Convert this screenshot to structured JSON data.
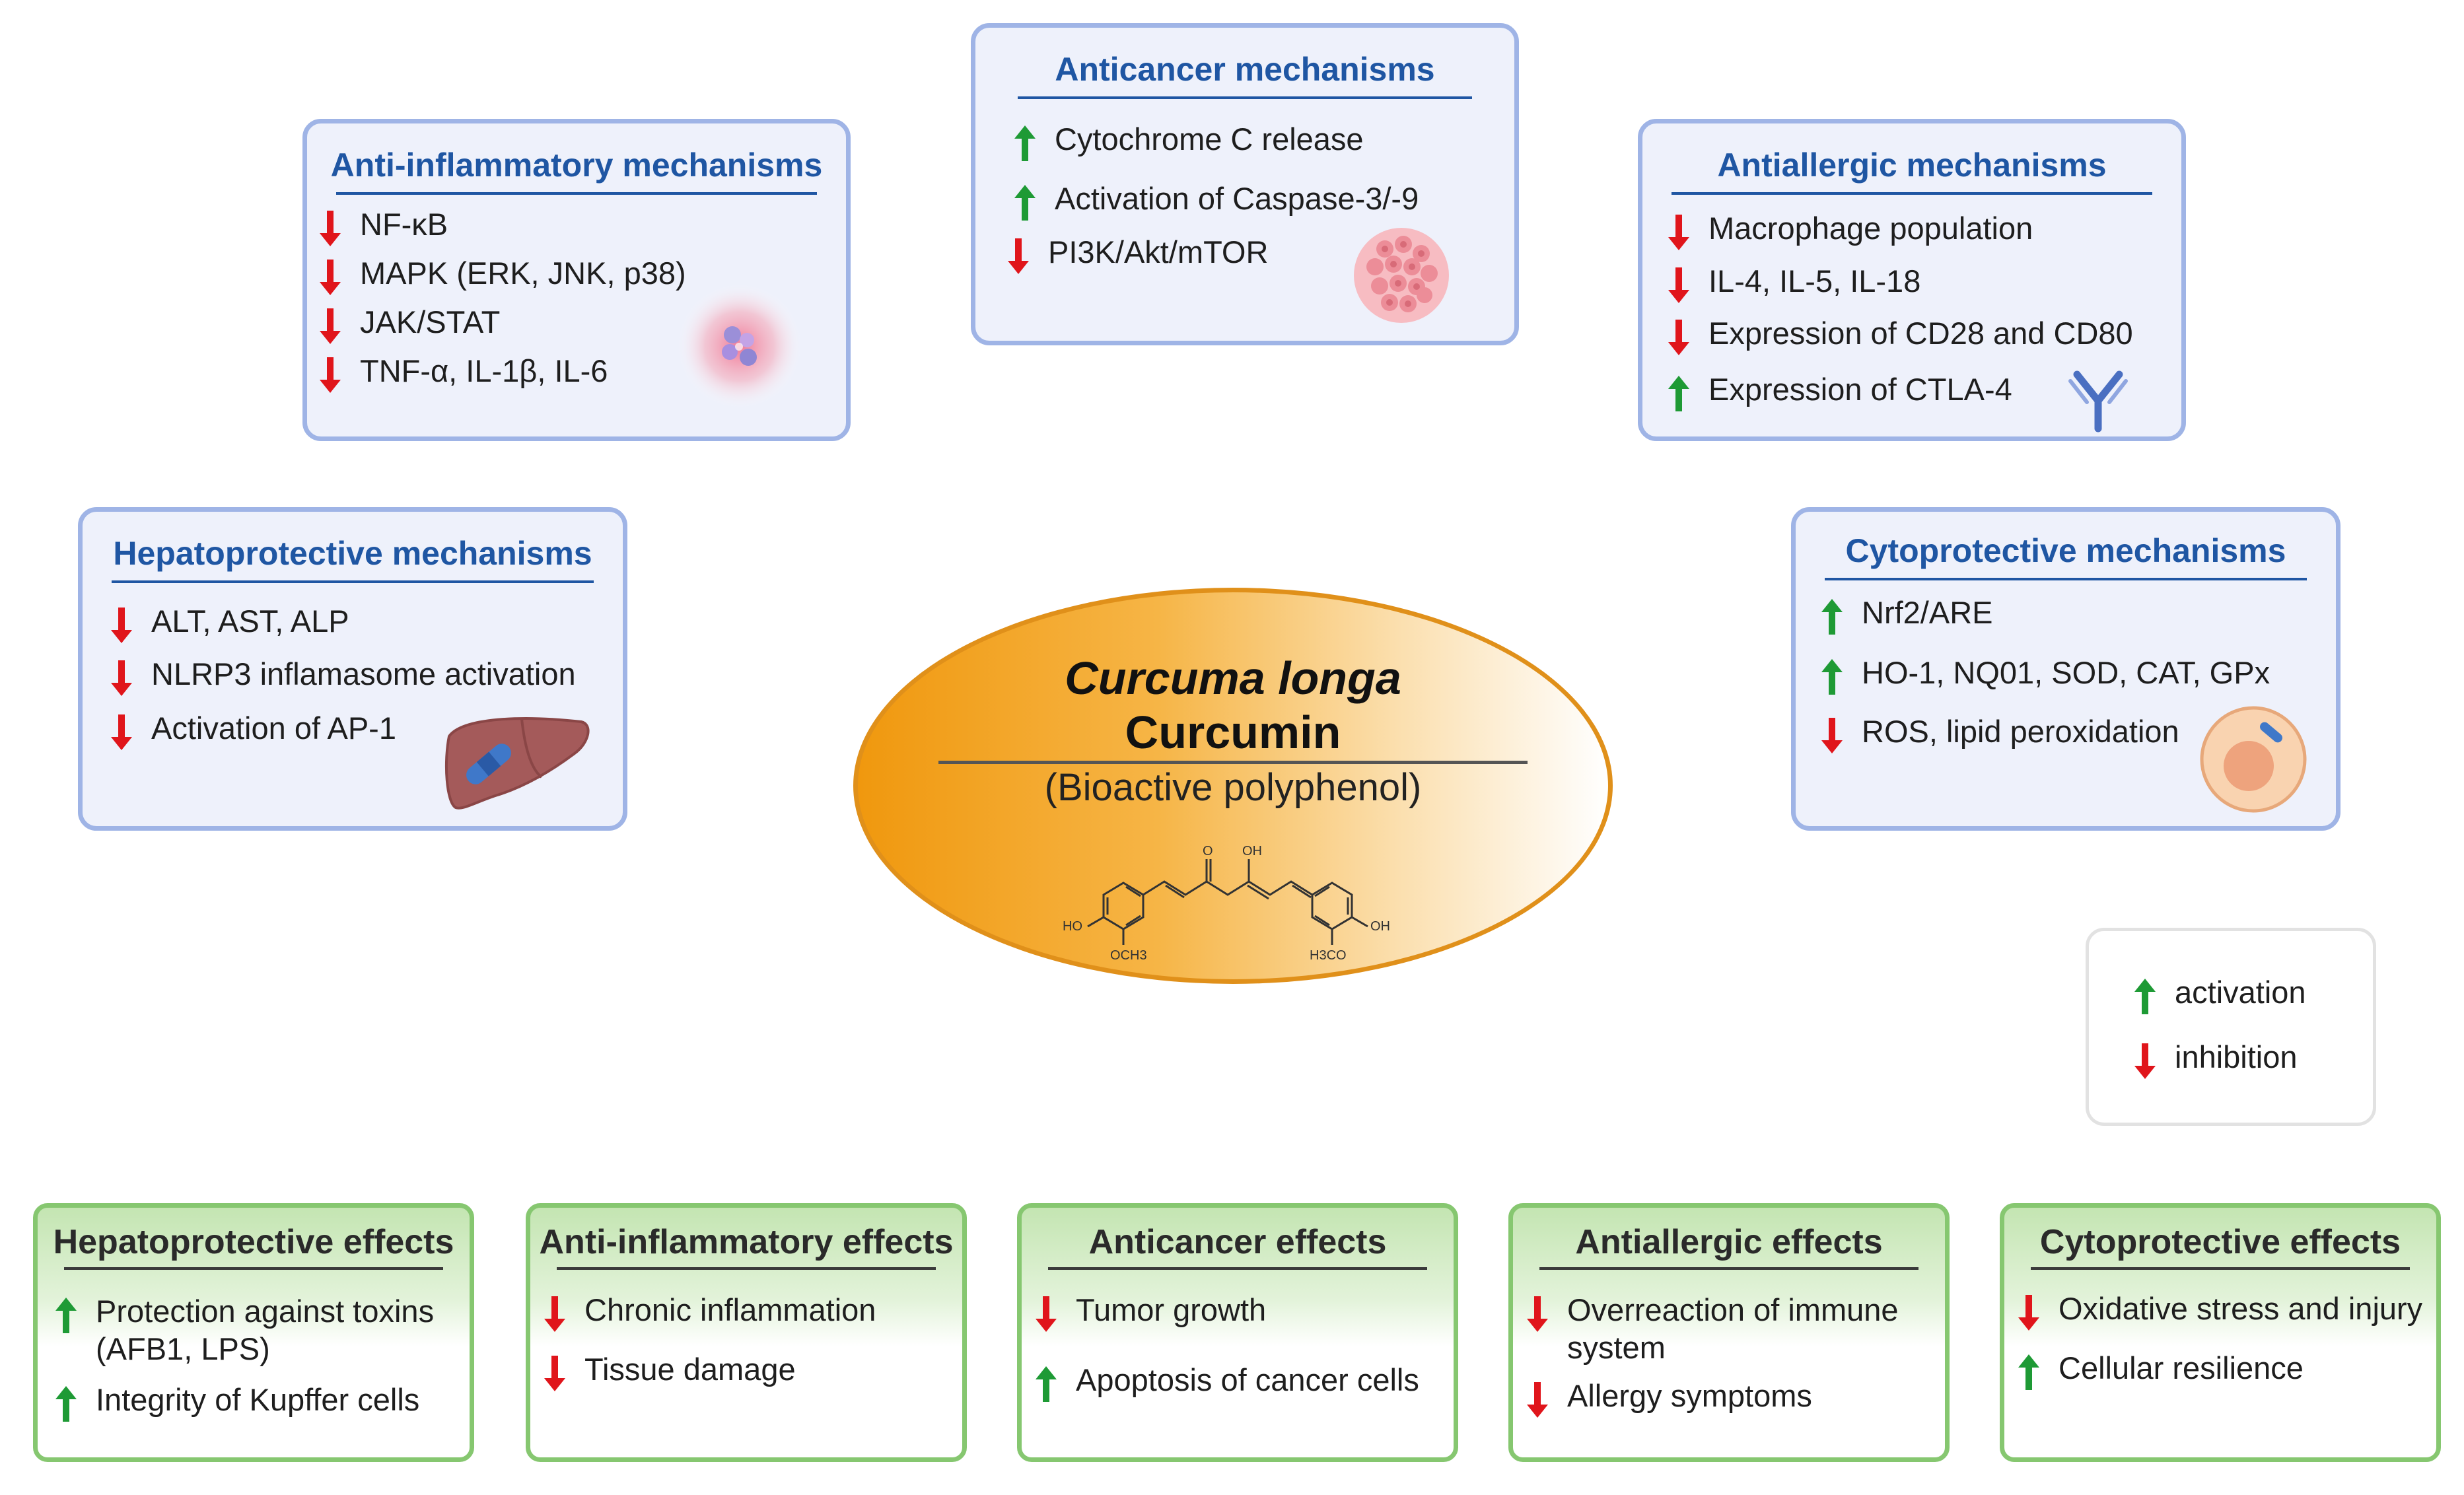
{
  "colors": {
    "activation_arrow": "#1e9a35",
    "inhibition_arrow": "#e0151b",
    "mechanism_title": "#1f56a3",
    "mechanism_border": "#9fb4e6",
    "effect_border": "#86c770",
    "oval_fill": "#f0980e"
  },
  "center": {
    "species": "Curcuma longa",
    "compound": "Curcumin",
    "subtitle": "(Bioactive polyphenol)",
    "structure_labels": {
      "ho_left": "HO",
      "och3_left": "OCH3",
      "h3co_right": "H3CO",
      "oh_right": "OH",
      "enol_oh": "OH",
      "keto_o": "O"
    }
  },
  "mechanisms": {
    "anti_inflammatory": {
      "title": "Anti-inflammatory mechanisms",
      "icon": "inflammation-cell-icon",
      "items": [
        {
          "text": "NF-κB",
          "dir": "down"
        },
        {
          "text": "MAPK (ERK, JNK, p38)",
          "dir": "down"
        },
        {
          "text": "JAK/STAT",
          "dir": "down"
        },
        {
          "text": "TNF-α, IL-1β, IL-6",
          "dir": "down"
        }
      ]
    },
    "anticancer": {
      "title": "Anticancer mechanisms",
      "icon": "tumor-cell-icon",
      "items": [
        {
          "text": "Cytochrome C release",
          "dir": "up"
        },
        {
          "text": "Activation of Caspase-3/-9",
          "dir": "up"
        },
        {
          "text": "PI3K/Akt/mTOR",
          "dir": "down"
        }
      ]
    },
    "antiallergic": {
      "title": "Antiallergic mechanisms",
      "icon": "antibody-icon",
      "items": [
        {
          "text": "Macrophage population",
          "dir": "down"
        },
        {
          "text": "IL-4, IL-5, IL-18",
          "dir": "down"
        },
        {
          "text": "Expression of CD28 and CD80",
          "dir": "down"
        },
        {
          "text": "Expression of CTLA-4",
          "dir": "up"
        }
      ]
    },
    "hepatoprotective": {
      "title": "Hepatoprotective mechanisms",
      "icon": "liver-icon",
      "items": [
        {
          "text": "ALT, AST, ALP",
          "dir": "down"
        },
        {
          "text": "NLRP3 inflamasome activation",
          "dir": "down"
        },
        {
          "text": "Activation of AP-1",
          "dir": "down"
        }
      ]
    },
    "cytoprotective": {
      "title": "Cytoprotective mechanisms",
      "icon": "cell-icon",
      "items": [
        {
          "text": "Nrf2/ARE",
          "dir": "up"
        },
        {
          "text": "HO-1, NQ01, SOD, CAT, GPx",
          "dir": "up"
        },
        {
          "text": "ROS, lipid peroxidation",
          "dir": "down"
        }
      ]
    }
  },
  "legend": {
    "activation": "activation",
    "inhibition": "inhibition"
  },
  "effects": {
    "hepatoprotective": {
      "title": "Hepatoprotective effects",
      "items": [
        {
          "line1": "Protection against toxins",
          "line2": "(AFB1, LPS)",
          "dir": "up"
        },
        {
          "line1": "Integrity of Kupffer cells",
          "dir": "up"
        }
      ]
    },
    "anti_inflammatory": {
      "title": "Anti-inflammatory effects",
      "items": [
        {
          "line1": "Chronic inflammation",
          "dir": "down"
        },
        {
          "line1": "Tissue damage",
          "dir": "down"
        }
      ]
    },
    "anticancer": {
      "title": "Anticancer effects",
      "items": [
        {
          "line1": "Tumor growth",
          "dir": "down"
        },
        {
          "line1": "Apoptosis of cancer cells",
          "dir": "up"
        }
      ]
    },
    "antiallergic": {
      "title": "Antiallergic effects",
      "items": [
        {
          "line1": "Overreaction of immune",
          "line2": "system",
          "dir": "down"
        },
        {
          "line1": "Allergy symptoms",
          "dir": "down"
        }
      ]
    },
    "cytoprotective": {
      "title": "Cytoprotective effects",
      "items": [
        {
          "line1": "Oxidative stress and injury",
          "dir": "down"
        },
        {
          "line1": "Cellular resilience",
          "dir": "up"
        }
      ]
    }
  }
}
